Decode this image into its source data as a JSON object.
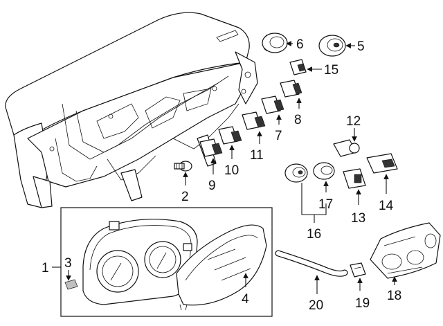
{
  "callouts": {
    "c1": "1",
    "c2": "2",
    "c3": "3",
    "c4": "4",
    "c5": "5",
    "c6": "6",
    "c7": "7",
    "c8": "8",
    "c9": "9",
    "c10": "10",
    "c11": "11",
    "c12": "12",
    "c13": "13",
    "c14": "14",
    "c15": "15",
    "c16": "16",
    "c17": "17",
    "c18": "18",
    "c19": "19",
    "c20": "20"
  },
  "colors": {
    "line": "#111111",
    "background": "#ffffff",
    "shade": "#bfbfbf"
  }
}
